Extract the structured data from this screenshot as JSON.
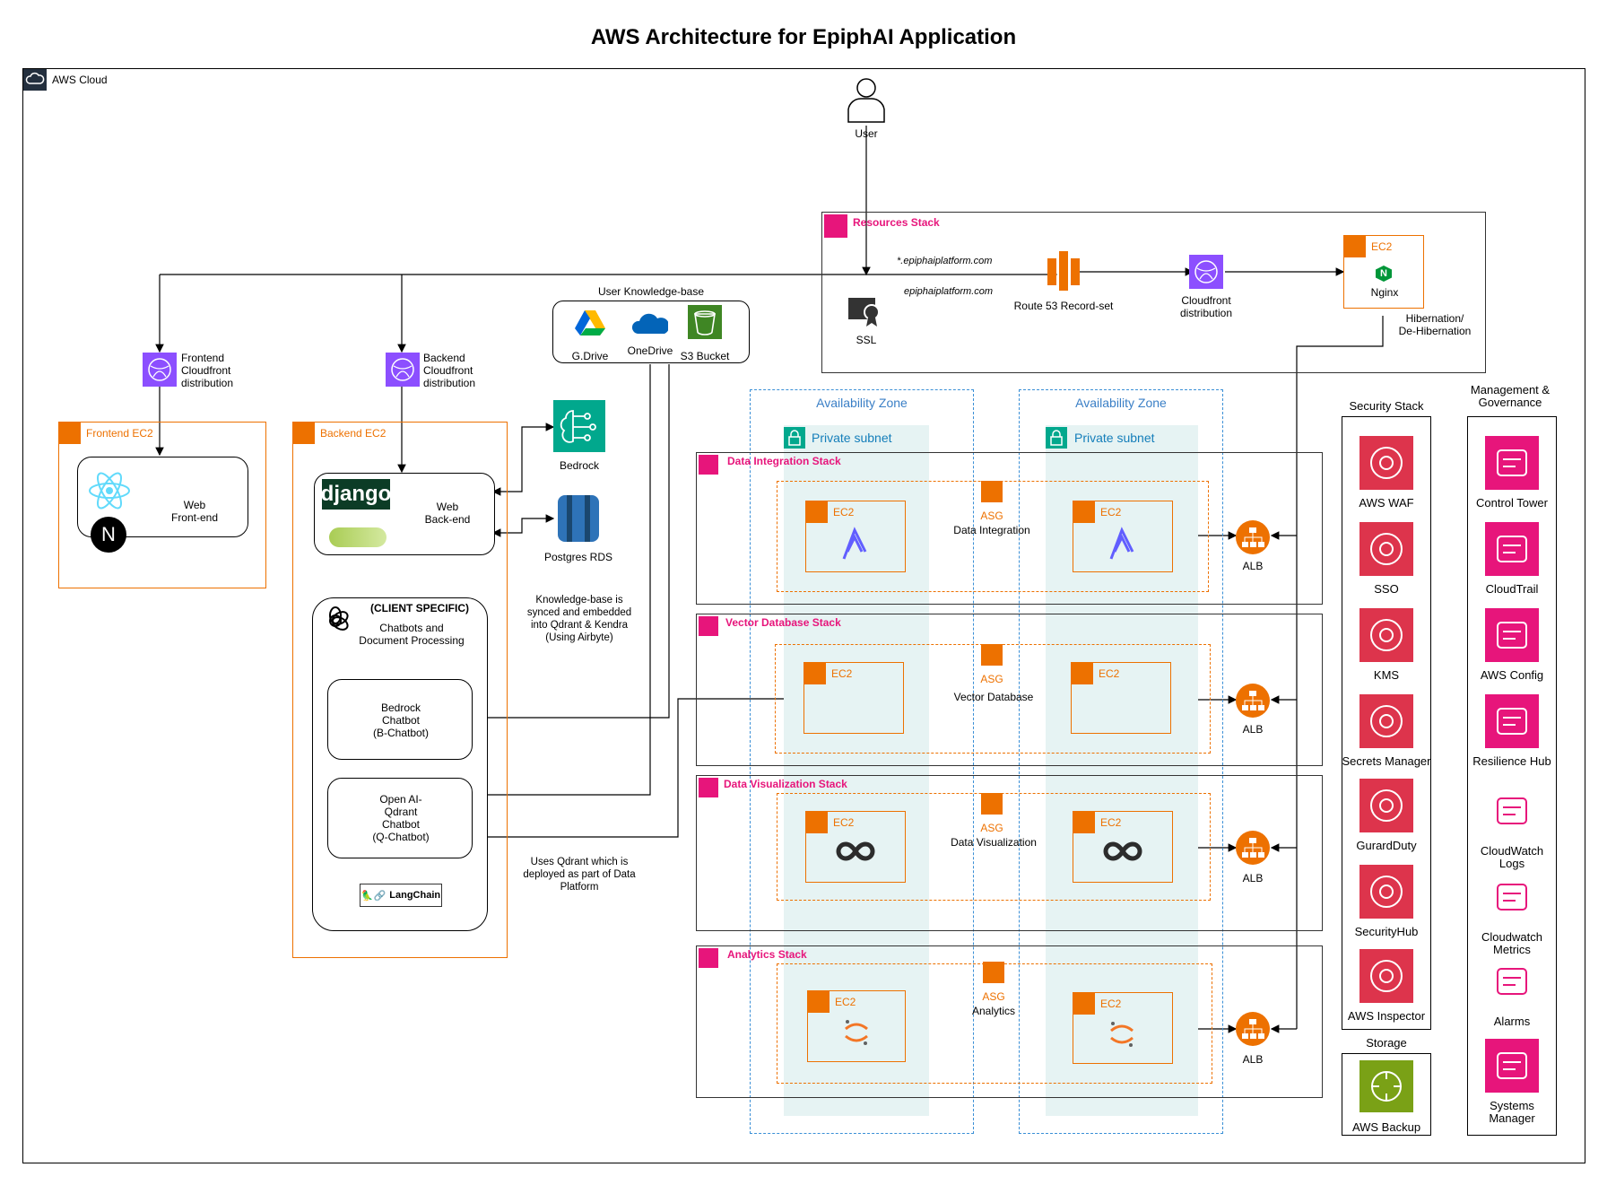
{
  "title": "AWS Architecture for EpiphAI Application",
  "cloud_label": "AWS Cloud",
  "user_label": "User",
  "resources_stack": {
    "name": "Resources Stack",
    "domain_wildcard": "*.epiphaiplatform.com",
    "domain": "epiphaiplatform.com",
    "ssl": "SSL",
    "route53": "Route 53 Record-set",
    "cloudfront": "Cloudfront\ndistribution",
    "ec2": "EC2",
    "nginx": "Nginx",
    "hibernation": "Hibernation/\nDe-Hibernation"
  },
  "frontend": {
    "cloudfront": "Frontend\nCloudfront\ndistribution",
    "ec2": "Frontend EC2",
    "app": "Web\nFront-end"
  },
  "backend": {
    "cloudfront": "Backend\nCloudfront\ndistribution",
    "ec2": "Backend EC2",
    "django": "django",
    "app": "Web\nBack-end",
    "client_specific": "(CLIENT SPECIFIC)",
    "chatbots": "Chatbots and\nDocument Processing",
    "b_chatbot": "Bedrock\nChatbot\n(B-Chatbot)",
    "q_chatbot": "Open AI-\nQdrant\nChatbot\n(Q-Chatbot)",
    "langchain": "LangChain"
  },
  "knowledge_base": {
    "title": "User Knowledge-base",
    "gdrive": "G.Drive",
    "onedrive": "OneDrive",
    "s3": "S3 Bucket",
    "bedrock": "Bedrock",
    "postgres": "Postgres RDS",
    "note_sync": "Knowledge-base is\nsynced and embedded\ninto Qdrant & Kendra\n(Using Airbyte)",
    "note_qdrant": "Uses Qdrant which is\ndeployed as part of Data\nPlatform"
  },
  "zones": {
    "az": "Availability Zone",
    "subnet": "Private subnet"
  },
  "stacks": [
    {
      "name": "Data Integration Stack",
      "asg": "ASG",
      "asg_label": "Data Integration",
      "ec2": "EC2",
      "alb": "ALB"
    },
    {
      "name": "Vector Database Stack",
      "asg": "ASG",
      "asg_label": "Vector Database",
      "ec2": "EC2",
      "alb": "ALB"
    },
    {
      "name": "Data Visualization Stack",
      "asg": "ASG",
      "asg_label": "Data Visualization",
      "ec2": "EC2",
      "alb": "ALB"
    },
    {
      "name": "Analytics Stack",
      "asg": "ASG",
      "asg_label": "Analytics",
      "ec2": "EC2",
      "alb": "ALB"
    }
  ],
  "security_stack": {
    "title": "Security Stack",
    "items": [
      "AWS WAF",
      "SSO",
      "KMS",
      "Secrets Manager",
      "GurardDuty",
      "SecurityHub",
      "AWS Inspector"
    ]
  },
  "storage": {
    "title": "Storage",
    "items": [
      "AWS Backup"
    ]
  },
  "management": {
    "title": "Management &\nGovernance",
    "items": [
      "Control Tower",
      "CloudTrail",
      "AWS Config",
      "Resilience Hub",
      "CloudWatch\nLogs",
      "Cloudwatch\nMetrics",
      "Alarms",
      "Systems\nManager"
    ]
  },
  "colors": {
    "ec2": "#ed7100",
    "stack": "#e7157b",
    "security": "#dd344c",
    "storage": "#7aa116",
    "az": "#3a8fd6",
    "subnet": "#e6f3f3",
    "cloudfront": "#8c4fff"
  }
}
